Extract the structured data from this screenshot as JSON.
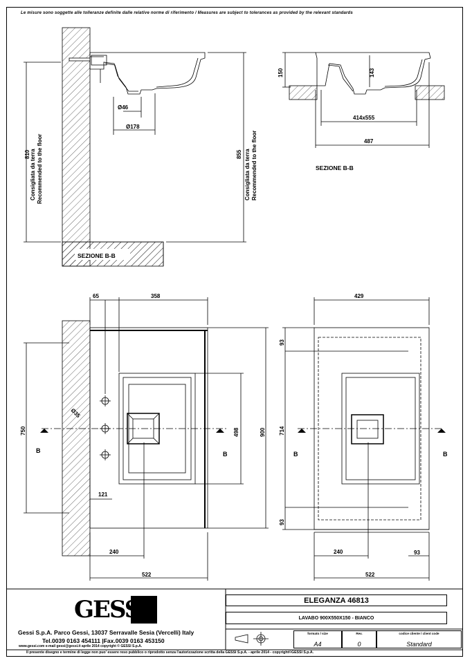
{
  "header": {
    "tolerance_note": "Le misure sono soggette alle tolleranze definite dalle relative norme di riferimento / Measures are subject to tolerances as provided by the relevant standards"
  },
  "drawing": {
    "section_label_left": "SEZIONE  B-B",
    "section_label_right": "SEZIONE  B-B",
    "floor_note_line1": "Consigliata da terra",
    "floor_note_line2": "Recommended to the floor",
    "cut_marker": "B",
    "dims": {
      "d810": "810",
      "d855": "855",
      "d46": "Ø46",
      "d178": "Ø178",
      "d150": "150",
      "d143": "143",
      "d414x555": "414x555",
      "d487": "487",
      "d65": "65",
      "d358": "358",
      "d429": "429",
      "d35": "Ø35",
      "d750": "750",
      "d498": "498",
      "d900": "900",
      "d714": "714",
      "d93a": "93",
      "d93b": "93",
      "d93c": "93",
      "d121": "121",
      "d240a": "240",
      "d240b": "240",
      "d522a": "522",
      "d522b": "522"
    }
  },
  "company": {
    "logo": "GESSI",
    "address": "Gessi S.p.A. Parco Gessi, 13037 Serravalle Sesia (Vercelli) Italy",
    "phone": "Tel.0039  0163  454111  |Fax.0039  0163  453150",
    "web": "www.gessi.com   e-mail  gessi@gessi.it     aprile  2014     copyright © GESSI  S.p.A."
  },
  "footer_note": "Il presente disegno e termine di legge non puo' essere reso pubblico o riprodotto senza l'autorizzazione scritta della GESSI  S.p.A.  -  aprile  2014   -   copyright©GESSI  S.p.A.",
  "title_block": {
    "product": "ELEGANZA  46813",
    "description": "LAVABO 900X550X150 - BIANCO",
    "format_label": "formato / size",
    "format_value": "A4",
    "rev_label": "Rev.",
    "rev_value": "0",
    "code_label": "codice cliente / client code",
    "code_value": "Standard"
  }
}
